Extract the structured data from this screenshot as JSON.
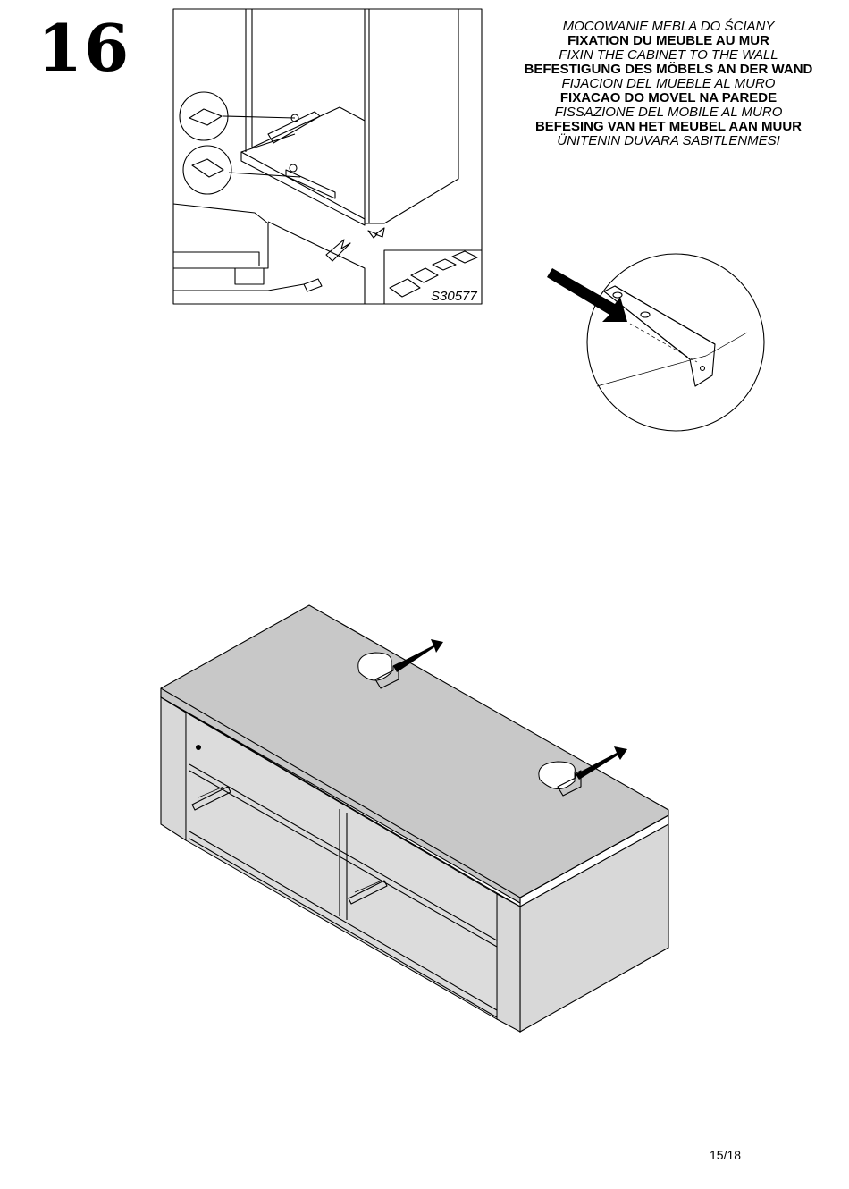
{
  "step": {
    "number": "16"
  },
  "titles": [
    {
      "text": "MOCOWANIE MEBLA DO ŚCIANY",
      "style": "italic"
    },
    {
      "text": "FIXATION DU MEUBLE AU MUR",
      "style": "bold"
    },
    {
      "text": "FIXIN THE CABINET TO THE WALL",
      "style": "italic"
    },
    {
      "text": "BEFESTIGUNG DES MÖBELS AN DER WAND",
      "style": "bold"
    },
    {
      "text": "FIJACION DEL MUEBLE AL MURO",
      "style": "italic"
    },
    {
      "text": "FIXACAO DO MOVEL NA PAREDE",
      "style": "bold"
    },
    {
      "text": "FISSAZIONE DEL MOBILE AL MURO",
      "style": "italic"
    },
    {
      "text": "BEFESING VAN HET MEUBEL AAN MUUR",
      "style": "bold"
    },
    {
      "text": "ÜNITENIN DUVARA SABITLENMESI",
      "style": "italic"
    }
  ],
  "inset": {
    "code": "S30577"
  },
  "footer": {
    "page": "15/18"
  },
  "colors": {
    "cabinet_top": "#c8c8c8",
    "cabinet_side": "#d8d8d8",
    "ink": "#000000"
  }
}
